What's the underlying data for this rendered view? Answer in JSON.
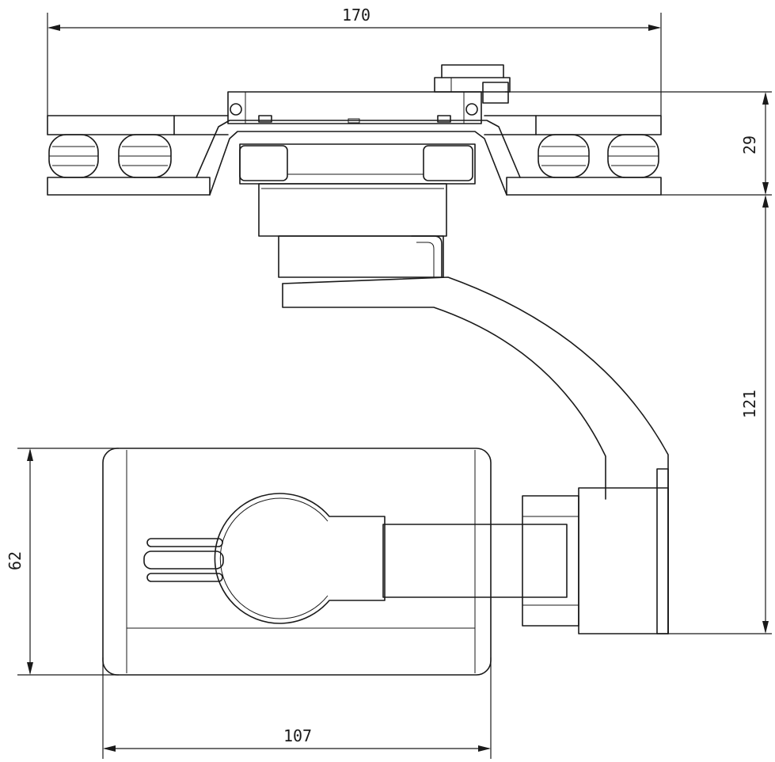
{
  "dimensions": {
    "overall_width": "170",
    "mount_height": "29",
    "gimbal_height": "121",
    "camera_height": "62",
    "camera_width": "107"
  }
}
